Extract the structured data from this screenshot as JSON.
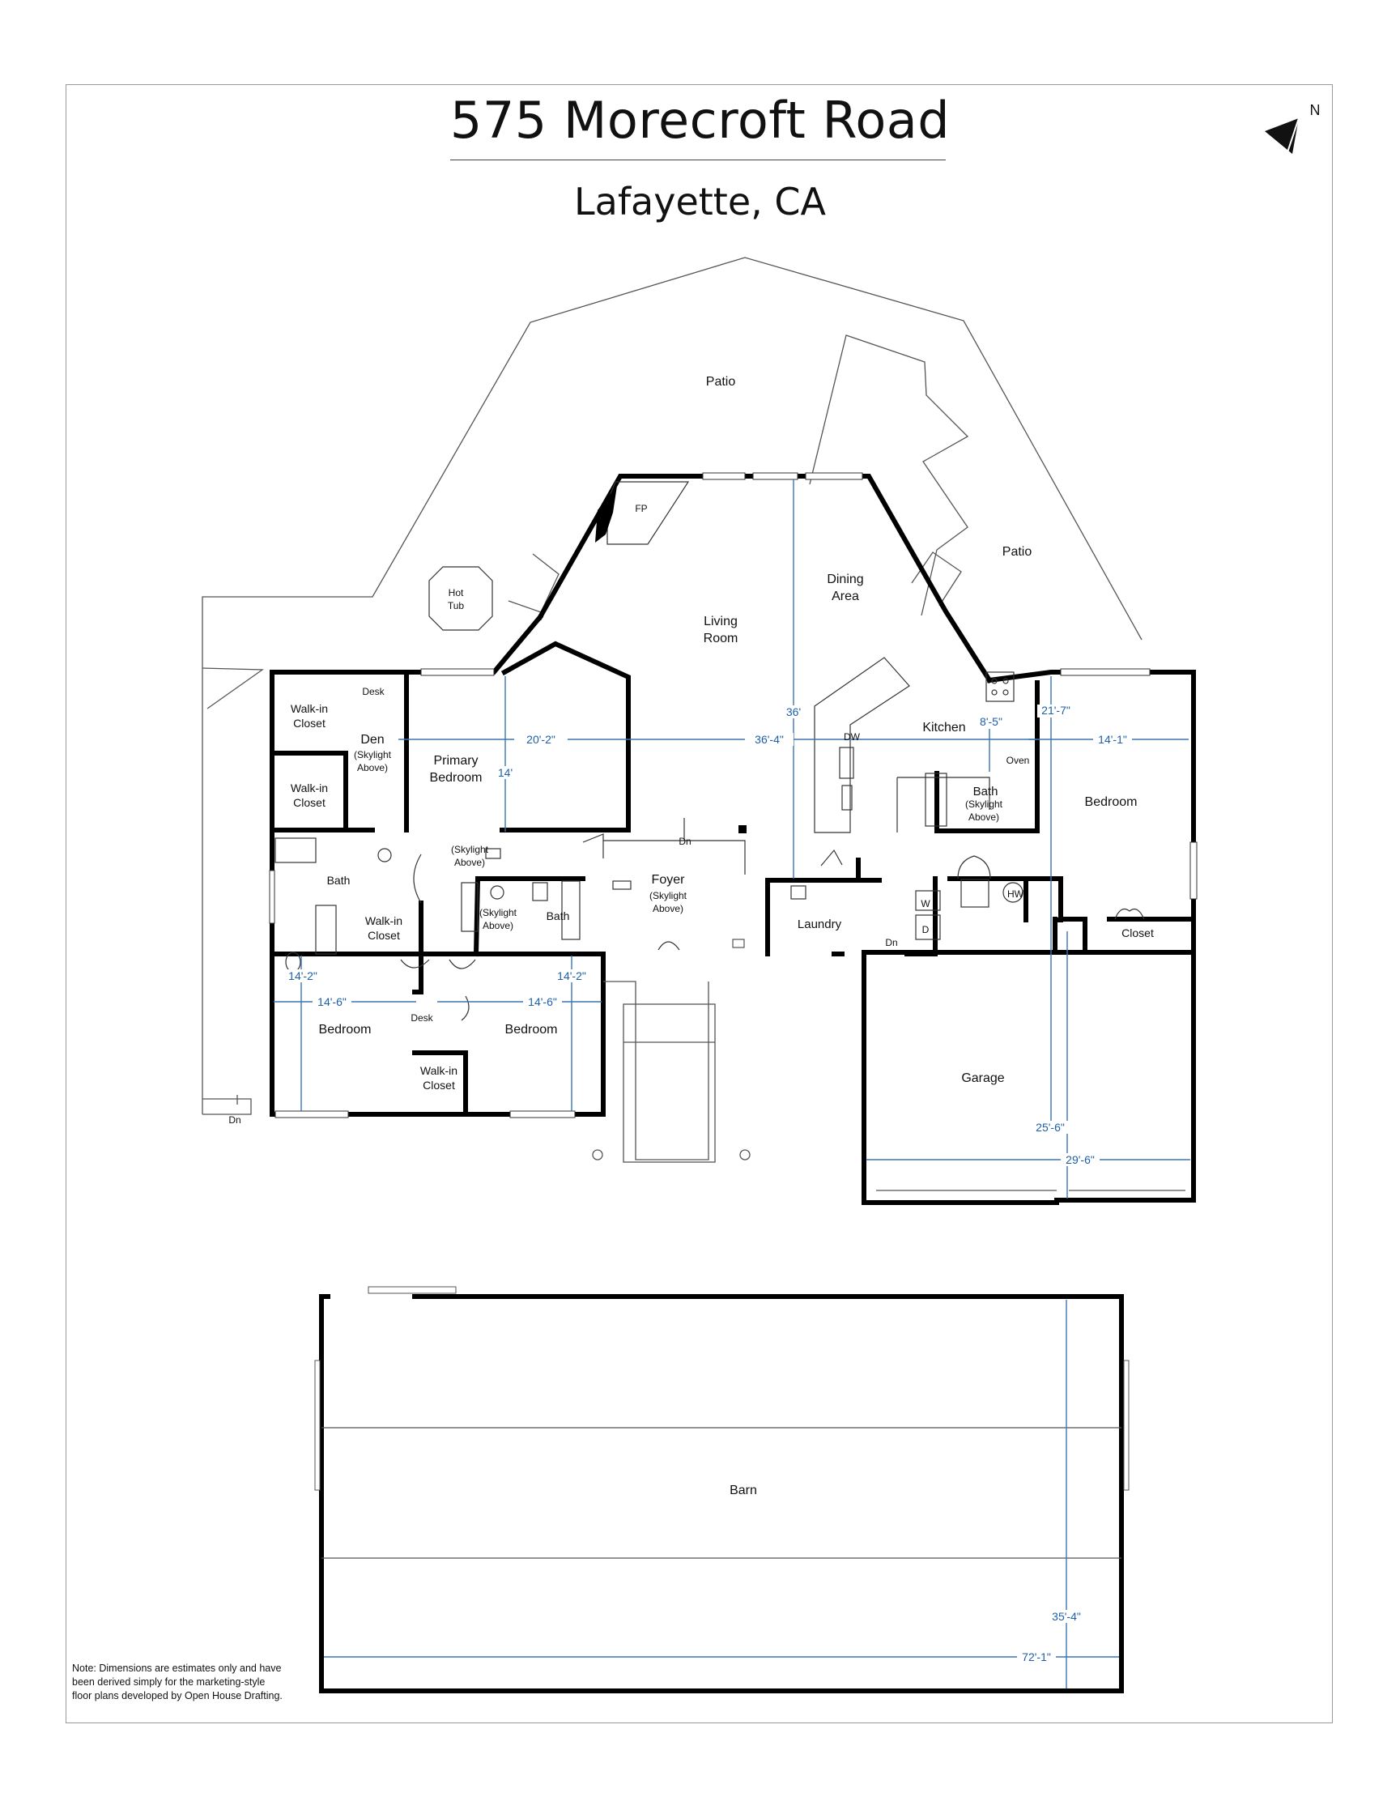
{
  "header": {
    "title": "575 Morecroft Road",
    "subtitle": "Lafayette, CA",
    "compass_label": "N"
  },
  "rooms": {
    "patio_north": "Patio",
    "patio_east": "Patio",
    "hot_tub": [
      "Hot",
      "Tub"
    ],
    "fireplace": "FP",
    "living_room": [
      "Living",
      "Room"
    ],
    "dining_area": [
      "Dining",
      "Area"
    ],
    "kitchen": "Kitchen",
    "dishwasher": "DW",
    "oven": "Oven",
    "desk_north": "Desk",
    "walk_in_closet_1": [
      "Walk-in",
      "Closet"
    ],
    "walk_in_closet_2": [
      "Walk-in",
      "Closet"
    ],
    "den": "Den",
    "den_skylight": [
      "(Skylight",
      "Above)"
    ],
    "primary_bedroom": [
      "Primary",
      "Bedroom"
    ],
    "hall_skylight": [
      "(Skylight",
      "Above)"
    ],
    "bath_primary": "Bath",
    "walk_in_closet_3": [
      "Walk-in",
      "Closet"
    ],
    "bath_hall_skylight": [
      "(Skylight",
      "Above)"
    ],
    "bath_hall": "Bath",
    "foyer": "Foyer",
    "foyer_skylight": [
      "(Skylight",
      "Above)"
    ],
    "dn_foyer": "Dn",
    "laundry": "Laundry",
    "washer": "W",
    "dryer": "D",
    "dn_laundry": "Dn",
    "bath_east": "Bath",
    "bath_east_skylight": [
      "(Skylight",
      "Above)"
    ],
    "water_heater": "HW",
    "bedroom_east": "Bedroom",
    "closet_east": "Closet",
    "bedroom_sw": "Bedroom",
    "bedroom_s": "Bedroom",
    "desk_south": "Desk",
    "walk_in_closet_4": [
      "Walk-in",
      "Closet"
    ],
    "dn_west": "Dn",
    "garage": "Garage",
    "barn": "Barn"
  },
  "dimensions": {
    "primary_width": "20'-2\"",
    "primary_depth": "14'",
    "living_width": "36'-4\"",
    "living_depth": "36'",
    "kitchen_bath": "8'-5\"",
    "east_depth": "21'-7\"",
    "bedroom_east_width": "14'-1\"",
    "bedroom_sw_depth": "14'-2\"",
    "bedroom_sw_width": "14'-6\"",
    "bedroom_s_width": "14'-6\"",
    "bedroom_s_depth": "14'-2\"",
    "garage_depth": "25'-6\"",
    "garage_width": "29'-6\"",
    "barn_depth": "35'-4\"",
    "barn_width": "72'-1\""
  },
  "note": "Note: Dimensions are estimates only and have been derived simply for the marketing-style floor plans developed by Open House Drafting."
}
